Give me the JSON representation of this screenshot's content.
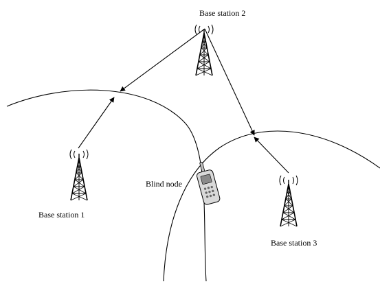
{
  "labels": {
    "base_station_1": "Base station 1",
    "base_station_2": "Base station 2",
    "base_station_3": "Base station 3",
    "blind_node": "Blind node"
  },
  "icons": {
    "tower": "cell-tower-icon",
    "phone": "mobile-phone-icon",
    "signal": "radio-wave-icon"
  },
  "colors": {
    "line": "#000000",
    "phone_body": "#d9d9d9",
    "phone_screen": "#8a8a8a"
  }
}
